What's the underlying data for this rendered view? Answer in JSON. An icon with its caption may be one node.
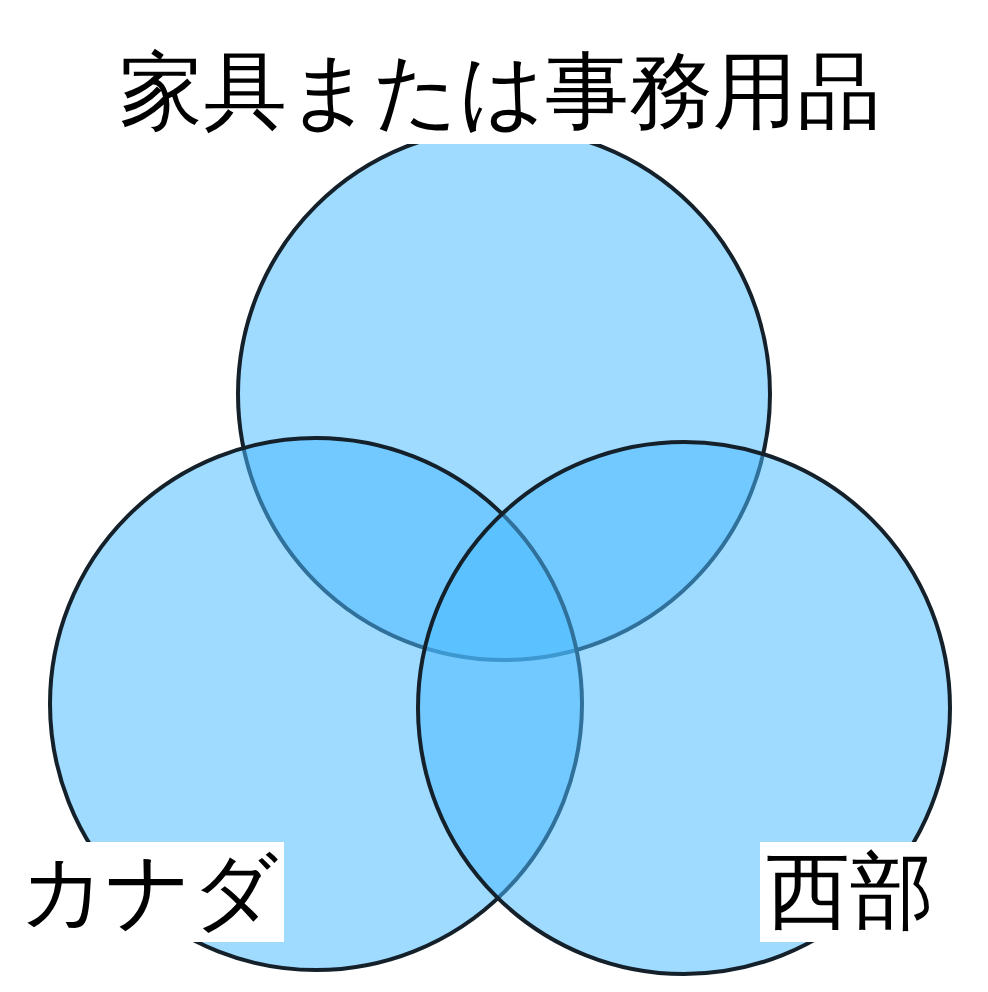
{
  "diagram": {
    "nodes": [
      {
        "text": [
          "家具または事務用品"
        ]
      },
      {
        "text": [
          "カナダ"
        ]
      },
      {
        "text": [
          "西部"
        ]
      }
    ]
  }
}
